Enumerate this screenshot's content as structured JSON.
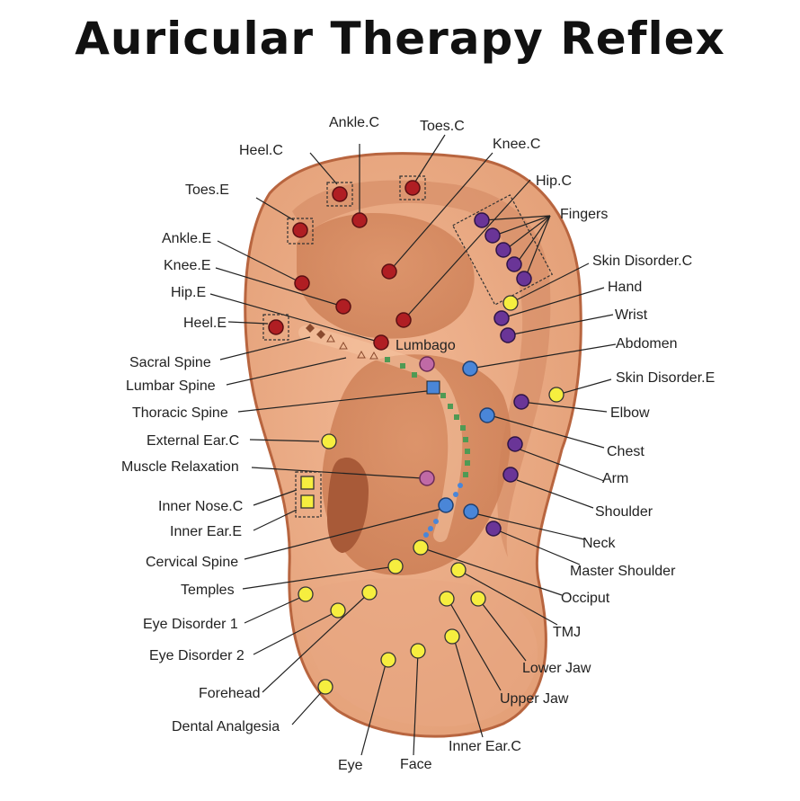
{
  "title": "Auricular Therapy Reflex",
  "colors": {
    "red": "#b01e23",
    "purple": "#6a3597",
    "blue": "#4a86d8",
    "yellow": "#f6ee3f",
    "pink": "#c06aa6",
    "skin": "#e6a47e",
    "skin_dark": "#c8774f",
    "outline": "#b8653f"
  },
  "labels": {
    "ankle_c": "Ankle.C",
    "toes_c": "Toes.C",
    "heel_c": "Heel.C",
    "knee_c": "Knee.C",
    "toes_e": "Toes.E",
    "hip_c": "Hip.C",
    "fingers": "Fingers",
    "ankle_e": "Ankle.E",
    "knee_e": "Knee.E",
    "skin_disorder_c": "Skin Disorder.C",
    "hip_e": "Hip.E",
    "hand": "Hand",
    "heel_e": "Heel.E",
    "wrist": "Wrist",
    "lumbago": "Lumbago",
    "abdomen": "Abdomen",
    "sacral_spine": "Sacral Spine",
    "lumbar_spine": "Lumbar Spine",
    "skin_disorder_e": "Skin Disorder.E",
    "thoracic_spine": "Thoracic Spine",
    "elbow": "Elbow",
    "external_ear_c": "External Ear.C",
    "chest": "Chest",
    "muscle_relaxation": "Muscle Relaxation",
    "arm": "Arm",
    "inner_nose_c": "Inner Nose.C",
    "shoulder": "Shoulder",
    "inner_ear_e": "Inner Ear.E",
    "neck": "Neck",
    "cervical_spine": "Cervical Spine",
    "master_shoulder": "Master Shoulder",
    "temples": "Temples",
    "occiput": "Occiput",
    "eye_disorder_1": "Eye Disorder 1",
    "tmj": "TMJ",
    "eye_disorder_2": "Eye Disorder 2",
    "lower_jaw": "Lower Jaw",
    "forehead": "Forehead",
    "upper_jaw": "Upper Jaw",
    "dental_analgesia": "Dental Analgesia",
    "inner_ear_c": "Inner Ear.C",
    "eye": "Eye",
    "face": "Face"
  }
}
